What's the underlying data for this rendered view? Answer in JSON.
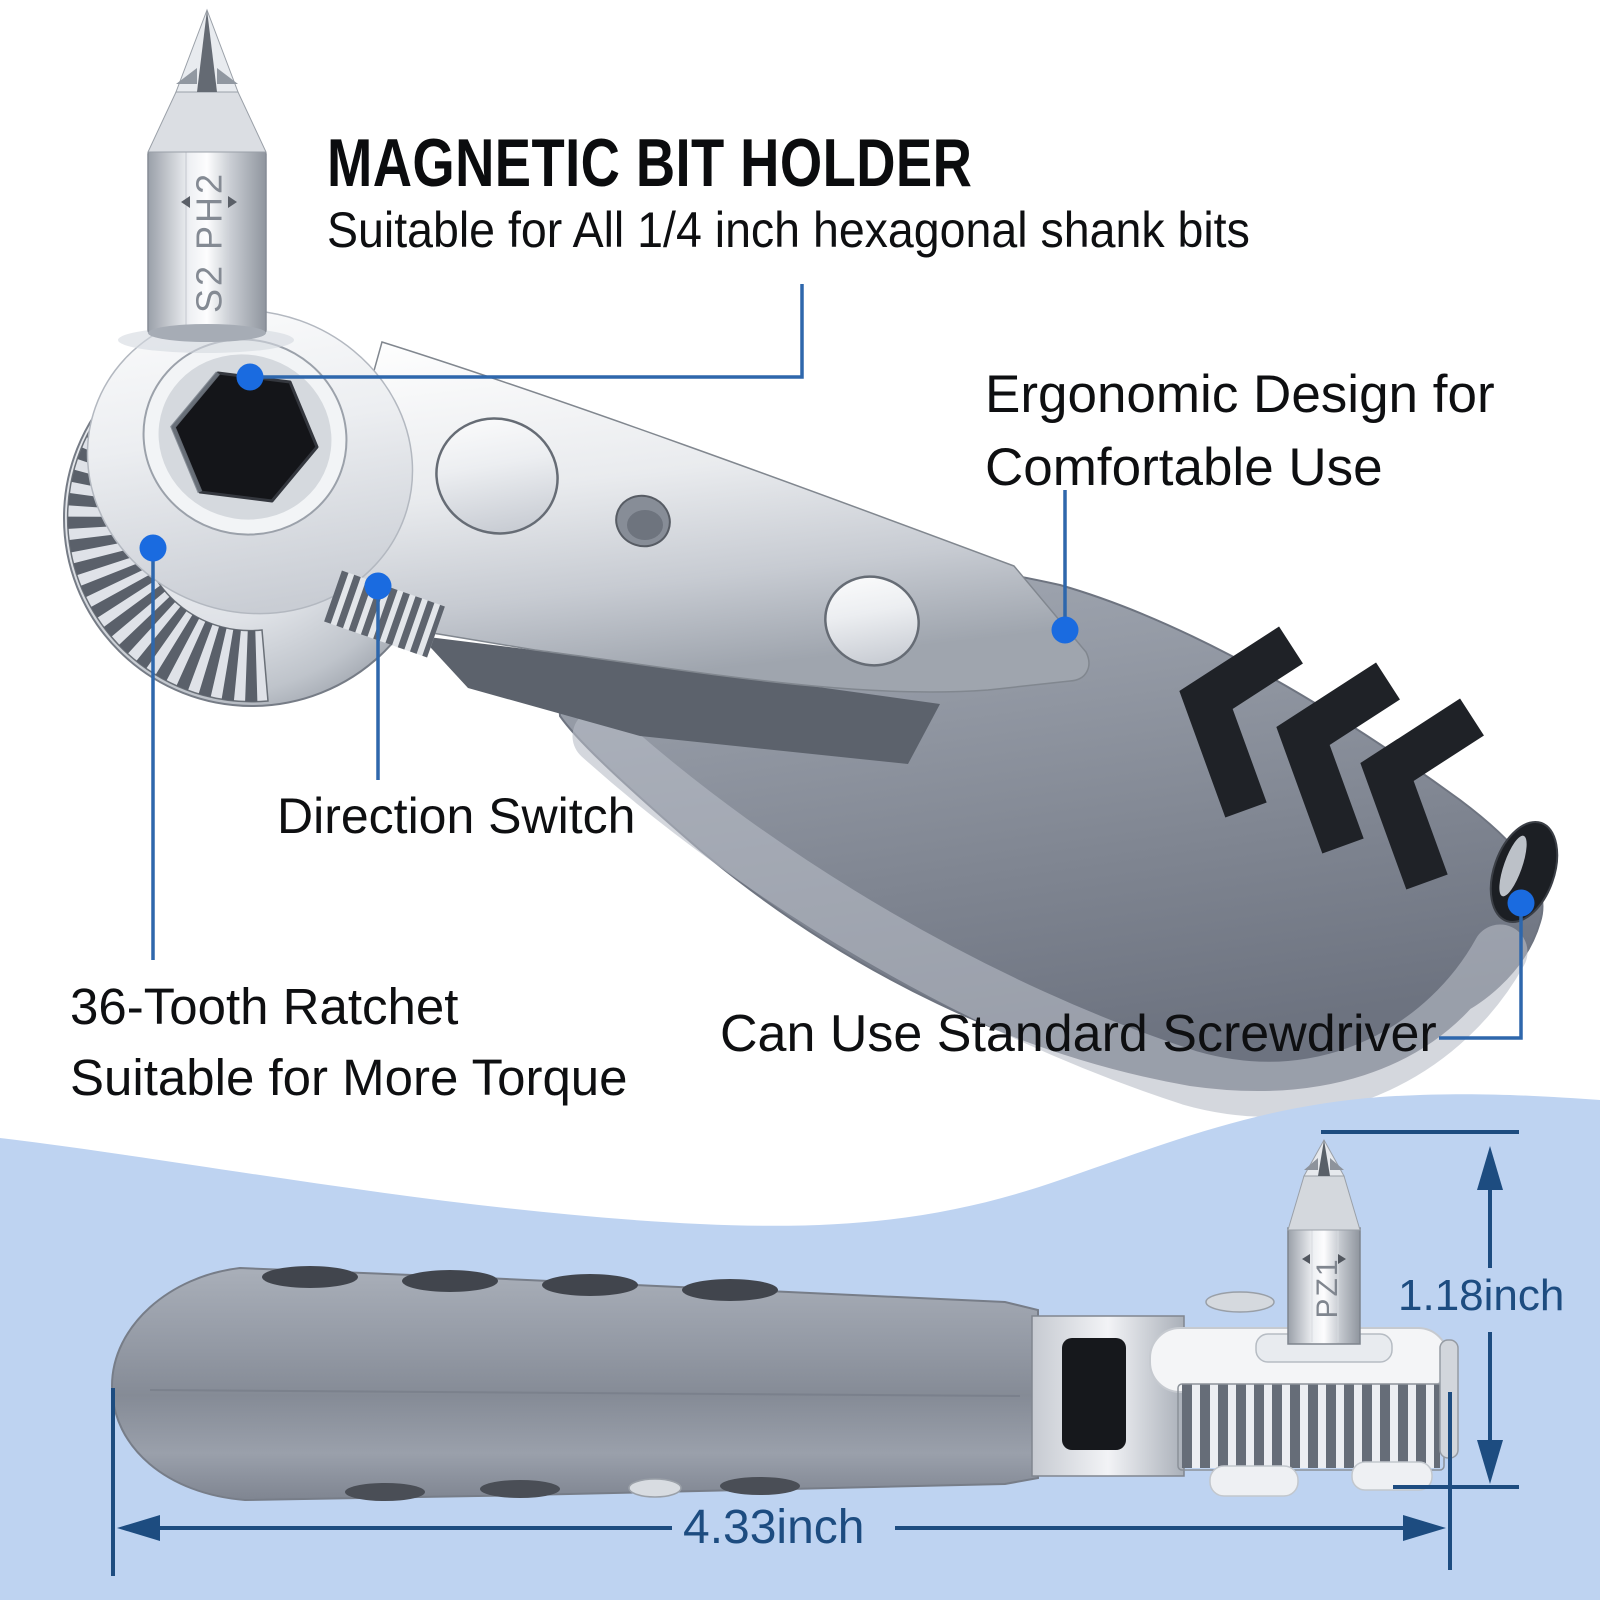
{
  "title": {
    "heading": "MAGNETIC BIT HOLDER",
    "subheading": "Suitable for All 1/4 inch hexagonal shank bits"
  },
  "callouts": {
    "ergonomic_line1": "Ergonomic Design for",
    "ergonomic_line2": "Comfortable Use",
    "direction_switch": "Direction Switch",
    "ratchet_line1": "36-Tooth Ratchet",
    "ratchet_line2": "Suitable for More Torque",
    "standard_screwdriver": "Can Use Standard Screwdriver"
  },
  "dimensions": {
    "bit_height": "1.18inch",
    "tool_length": "4.33inch"
  },
  "engravings": {
    "top_bit": "S2 PH2",
    "side_bit": "PZ1"
  },
  "colors": {
    "background": "#ffffff",
    "wave_blue": "#bed3f1",
    "annotation_line": "#2e67ac",
    "annotation_dot": "#1a6be0",
    "dimension_navy": "#1d4c80",
    "label_text": "#0e0f11",
    "handle_gray": "#8f95a1",
    "cutout_dark": "#1f2227",
    "chrome_light": "#f2f3f6"
  }
}
